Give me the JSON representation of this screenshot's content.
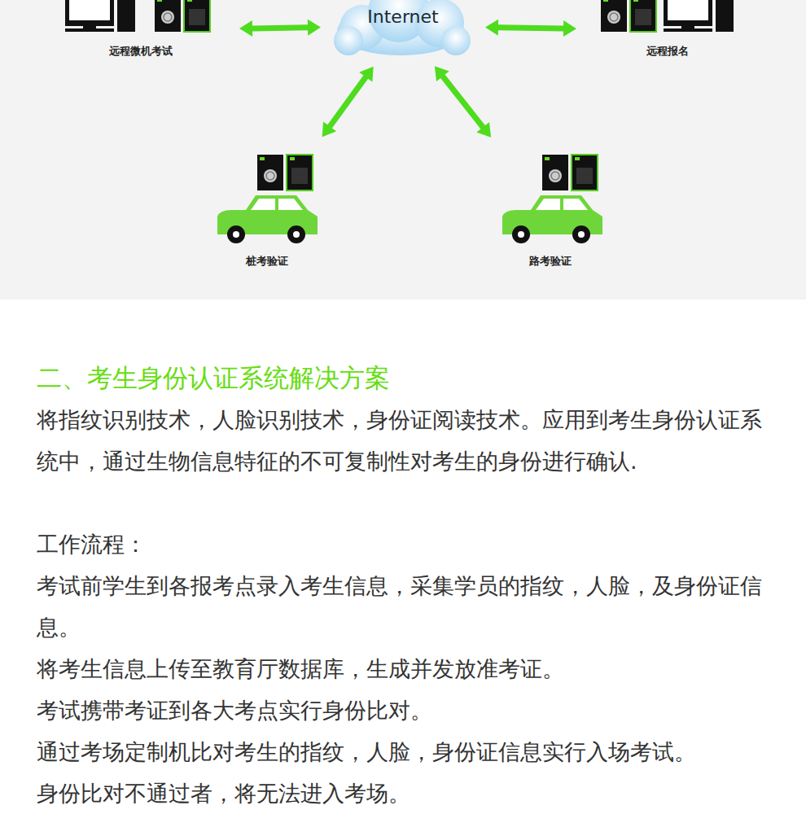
{
  "diagram": {
    "title": "二、考生身份认证系统解决方案",
    "nodes": [
      {
        "text": [
          "远程微机考试"
        ]
      },
      {
        "text": [
          "Internet"
        ]
      },
      {
        "text": [
          "远程报名"
        ]
      },
      {
        "text": [
          "桩考验证"
        ]
      },
      {
        "text": [
          "路考验证"
        ]
      }
    ],
    "edges": [
      {
        "from": 0,
        "to": 1,
        "arrow": "both"
      },
      {
        "from": 1,
        "to": 2,
        "arrow": "both"
      },
      {
        "from": 1,
        "to": 3,
        "arrow": "both"
      },
      {
        "from": 1,
        "to": 4,
        "arrow": "both"
      }
    ],
    "labels": [
      "将指纹识别技术，人脸识别技术，身份证阅读技术。应用到考生身份认证系统中，通过生物信息特征的不可复制性对考生的身份进行确认.",
      "工作流程：",
      "考试前学生到各报考点录入考生信息，采集学员的指纹，人脸，及身份证信息。",
      "将考生信息上传至教育厅数据库，生成并发放准考证。",
      "考试携带考证到各大考点实行身份比对。",
      "通过考场定制机比对考生的指纹，人脸，身份证信息实行入场考试。",
      "身份比对不通过者，将无法进入考场。"
    ]
  }
}
